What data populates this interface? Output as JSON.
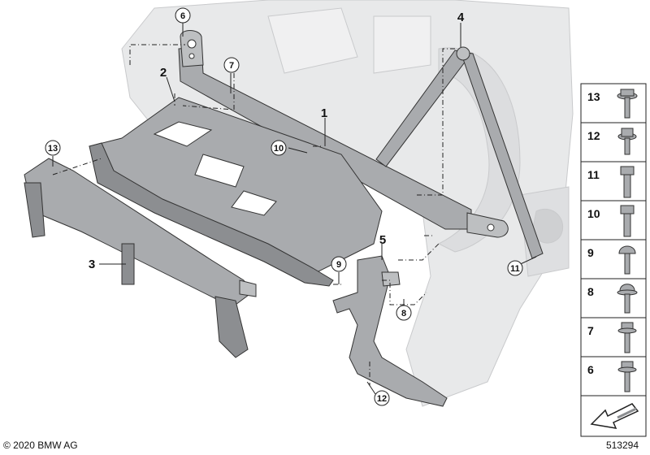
{
  "copyright": "© 2020 BMW AG",
  "diagram_id": "513294",
  "callouts": {
    "p1": "1",
    "p2": "2",
    "p3": "3",
    "p4": "4",
    "p5": "5",
    "p6": "6",
    "p7": "7",
    "p8": "8",
    "p9": "9",
    "p10": "10",
    "p11": "11",
    "p12": "12",
    "p13": "13"
  },
  "legend": [
    "13",
    "12",
    "11",
    "10",
    "9",
    "8",
    "7",
    "6"
  ],
  "colors": {
    "part": "#a9abae",
    "part_dark": "#8c8e91",
    "body": "#e6e7e8",
    "line": "#222222"
  }
}
